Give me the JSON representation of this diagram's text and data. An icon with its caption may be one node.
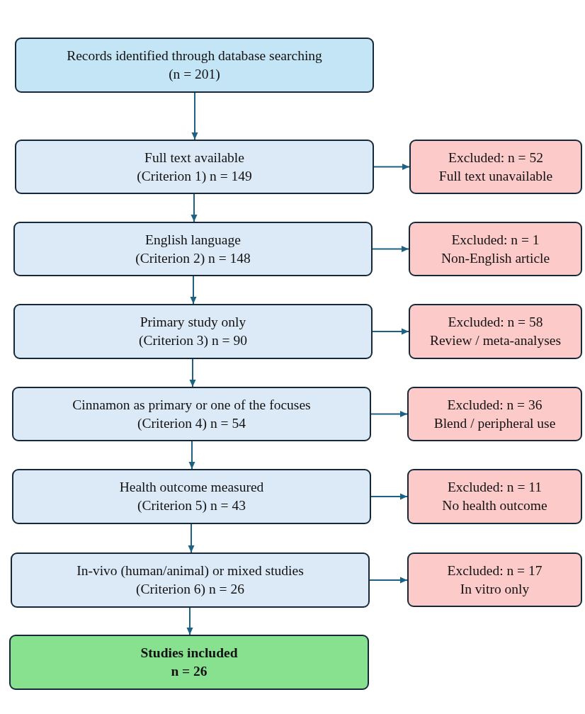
{
  "diagram": {
    "nodes": [
      {
        "text": [
          "Records identified through database searching",
          "(n = 201)"
        ]
      },
      {
        "text": [
          "Full text available",
          "(Criterion 1) n = 149"
        ]
      },
      {
        "text": [
          "Excluded: n = 52",
          "Full text unavailable"
        ]
      },
      {
        "text": [
          "English language",
          "(Criterion 2) n = 148"
        ]
      },
      {
        "text": [
          "Excluded: n = 1",
          "Non-English article"
        ]
      },
      {
        "text": [
          "Primary study only",
          "(Criterion 3) n = 90"
        ]
      },
      {
        "text": [
          "Excluded: n = 58",
          "Review / meta-analyses"
        ]
      },
      {
        "text": [
          "Cinnamon as primary or one of the focuses",
          "(Criterion 4) n = 54"
        ]
      },
      {
        "text": [
          "Excluded: n = 36",
          "Blend / peripheral use"
        ]
      },
      {
        "text": [
          "Health outcome measured",
          "(Criterion 5) n = 43"
        ]
      },
      {
        "text": [
          "Excluded: n = 11",
          "No health outcome"
        ]
      },
      {
        "text": [
          "In-vivo (human/animal) or mixed studies",
          "(Criterion 6) n = 26"
        ]
      },
      {
        "text": [
          "Excluded: n = 17",
          "In vitro only"
        ]
      },
      {
        "text": [
          "Studies included",
          "n = 26"
        ]
      }
    ],
    "edges": [
      {
        "from": 0,
        "to": 1,
        "arrow": "to"
      },
      {
        "from": 1,
        "to": 2,
        "arrow": "to"
      },
      {
        "from": 1,
        "to": 3,
        "arrow": "to"
      },
      {
        "from": 3,
        "to": 4,
        "arrow": "to"
      },
      {
        "from": 3,
        "to": 5,
        "arrow": "to"
      },
      {
        "from": 5,
        "to": 6,
        "arrow": "to"
      },
      {
        "from": 5,
        "to": 7,
        "arrow": "to"
      },
      {
        "from": 7,
        "to": 8,
        "arrow": "to"
      },
      {
        "from": 7,
        "to": 9,
        "arrow": "to"
      },
      {
        "from": 9,
        "to": 10,
        "arrow": "to"
      },
      {
        "from": 9,
        "to": 11,
        "arrow": "to"
      },
      {
        "from": 11,
        "to": 12,
        "arrow": "to"
      },
      {
        "from": 11,
        "to": 13,
        "arrow": "to"
      }
    ]
  }
}
